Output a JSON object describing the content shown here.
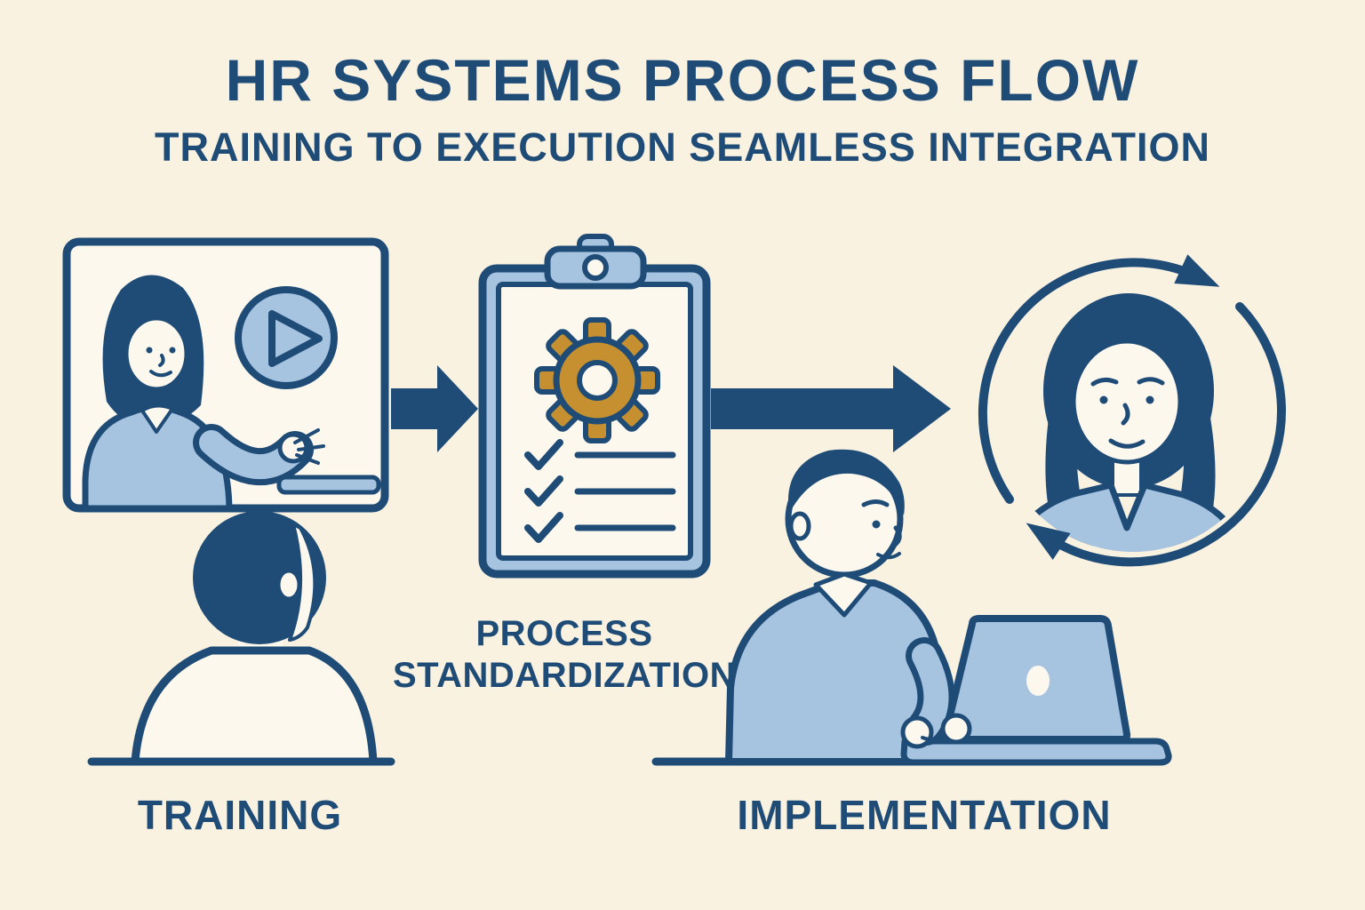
{
  "header": {
    "title": "HR SYSTEMS PROCESS FLOW",
    "subtitle": "TRAINING TO EXECUTION SEAMLESS INTEGRATION"
  },
  "stages": [
    {
      "id": "training",
      "label": "TRAINING",
      "illustration": "woman presenter in a video player with play button, watched from behind by a trainee"
    },
    {
      "id": "process-standardization",
      "label": "PROCESS STANDARDIZATION",
      "illustration": "clipboard with gear and checklist of completed items"
    },
    {
      "id": "implementation",
      "label": "IMPLEMENTATION",
      "illustration": "man working on a laptop at a desk"
    },
    {
      "id": "continuous-cycle",
      "label": "",
      "illustration": "woman portrait inside a circular cycle arrow"
    }
  ],
  "icons": [
    "video-play-icon",
    "gear-icon",
    "checklist-check-icon",
    "flow-arrow-icon",
    "cycle-arrows-icon"
  ],
  "colors": {
    "background": "#FAF2E1",
    "ink": "#1F4C77",
    "light_blue": "#A6C3E0",
    "paper": "#FCF8EE",
    "gold": "#C69030"
  }
}
